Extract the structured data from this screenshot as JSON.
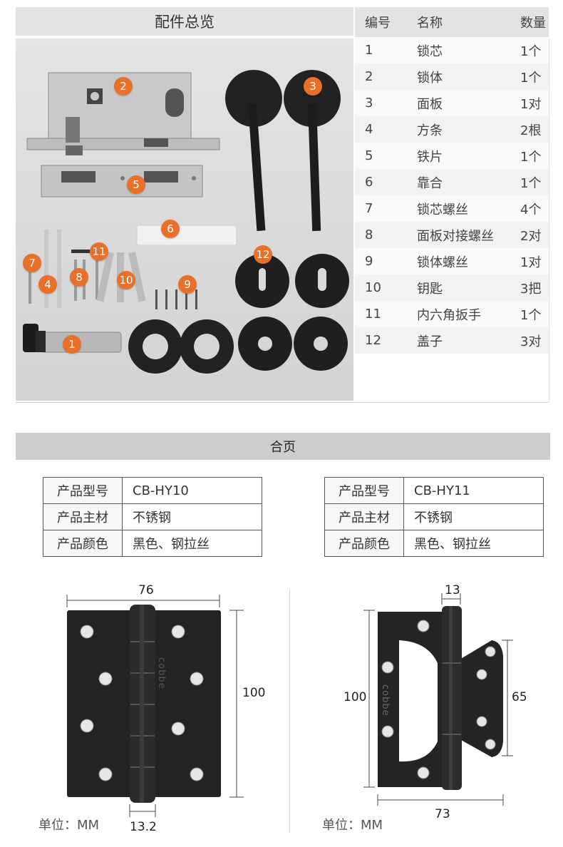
{
  "parts_overview": {
    "title": "配件总览",
    "badges": [
      "1",
      "2",
      "3",
      "4",
      "5",
      "6",
      "7",
      "8",
      "9",
      "10",
      "11",
      "12"
    ],
    "table_headers": [
      "编号",
      "名称",
      "数量"
    ],
    "rows": [
      {
        "no": "1",
        "name": "锁芯",
        "qty": "1个"
      },
      {
        "no": "2",
        "name": "锁体",
        "qty": "1个"
      },
      {
        "no": "3",
        "name": "面板",
        "qty": "1对"
      },
      {
        "no": "4",
        "name": "方条",
        "qty": "2根"
      },
      {
        "no": "5",
        "name": "铁片",
        "qty": "1个"
      },
      {
        "no": "6",
        "name": "靠合",
        "qty": "1个"
      },
      {
        "no": "7",
        "name": "锁芯螺丝",
        "qty": "4个"
      },
      {
        "no": "8",
        "name": "面板对接螺丝",
        "qty": "2对"
      },
      {
        "no": "9",
        "name": "锁体螺丝",
        "qty": "1对"
      },
      {
        "no": "10",
        "name": "钥匙",
        "qty": "3把"
      },
      {
        "no": "11",
        "name": "内六角扳手",
        "qty": "1个"
      },
      {
        "no": "12",
        "name": "盖子",
        "qty": "3对"
      }
    ],
    "accent_color": "#e8702a"
  },
  "hinge_section": {
    "title": "合页",
    "products": [
      {
        "labels": [
          "产品型号",
          "产品主材",
          "产品颜色"
        ],
        "values": [
          "CB-HY10",
          "不锈钢",
          "黑色、钢拉丝"
        ],
        "dims": {
          "width": "76",
          "height": "100",
          "knuckle": "13.2"
        },
        "brand": "cobbe",
        "unit": "单位：MM"
      },
      {
        "labels": [
          "产品型号",
          "产品主材",
          "产品颜色"
        ],
        "values": [
          "CB-HY11",
          "不锈钢",
          "黑色、钢拉丝"
        ],
        "dims": {
          "top": "13",
          "height": "100",
          "side": "65",
          "width": "73"
        },
        "brand": "cobbe",
        "unit": "单位：MM"
      }
    ]
  }
}
